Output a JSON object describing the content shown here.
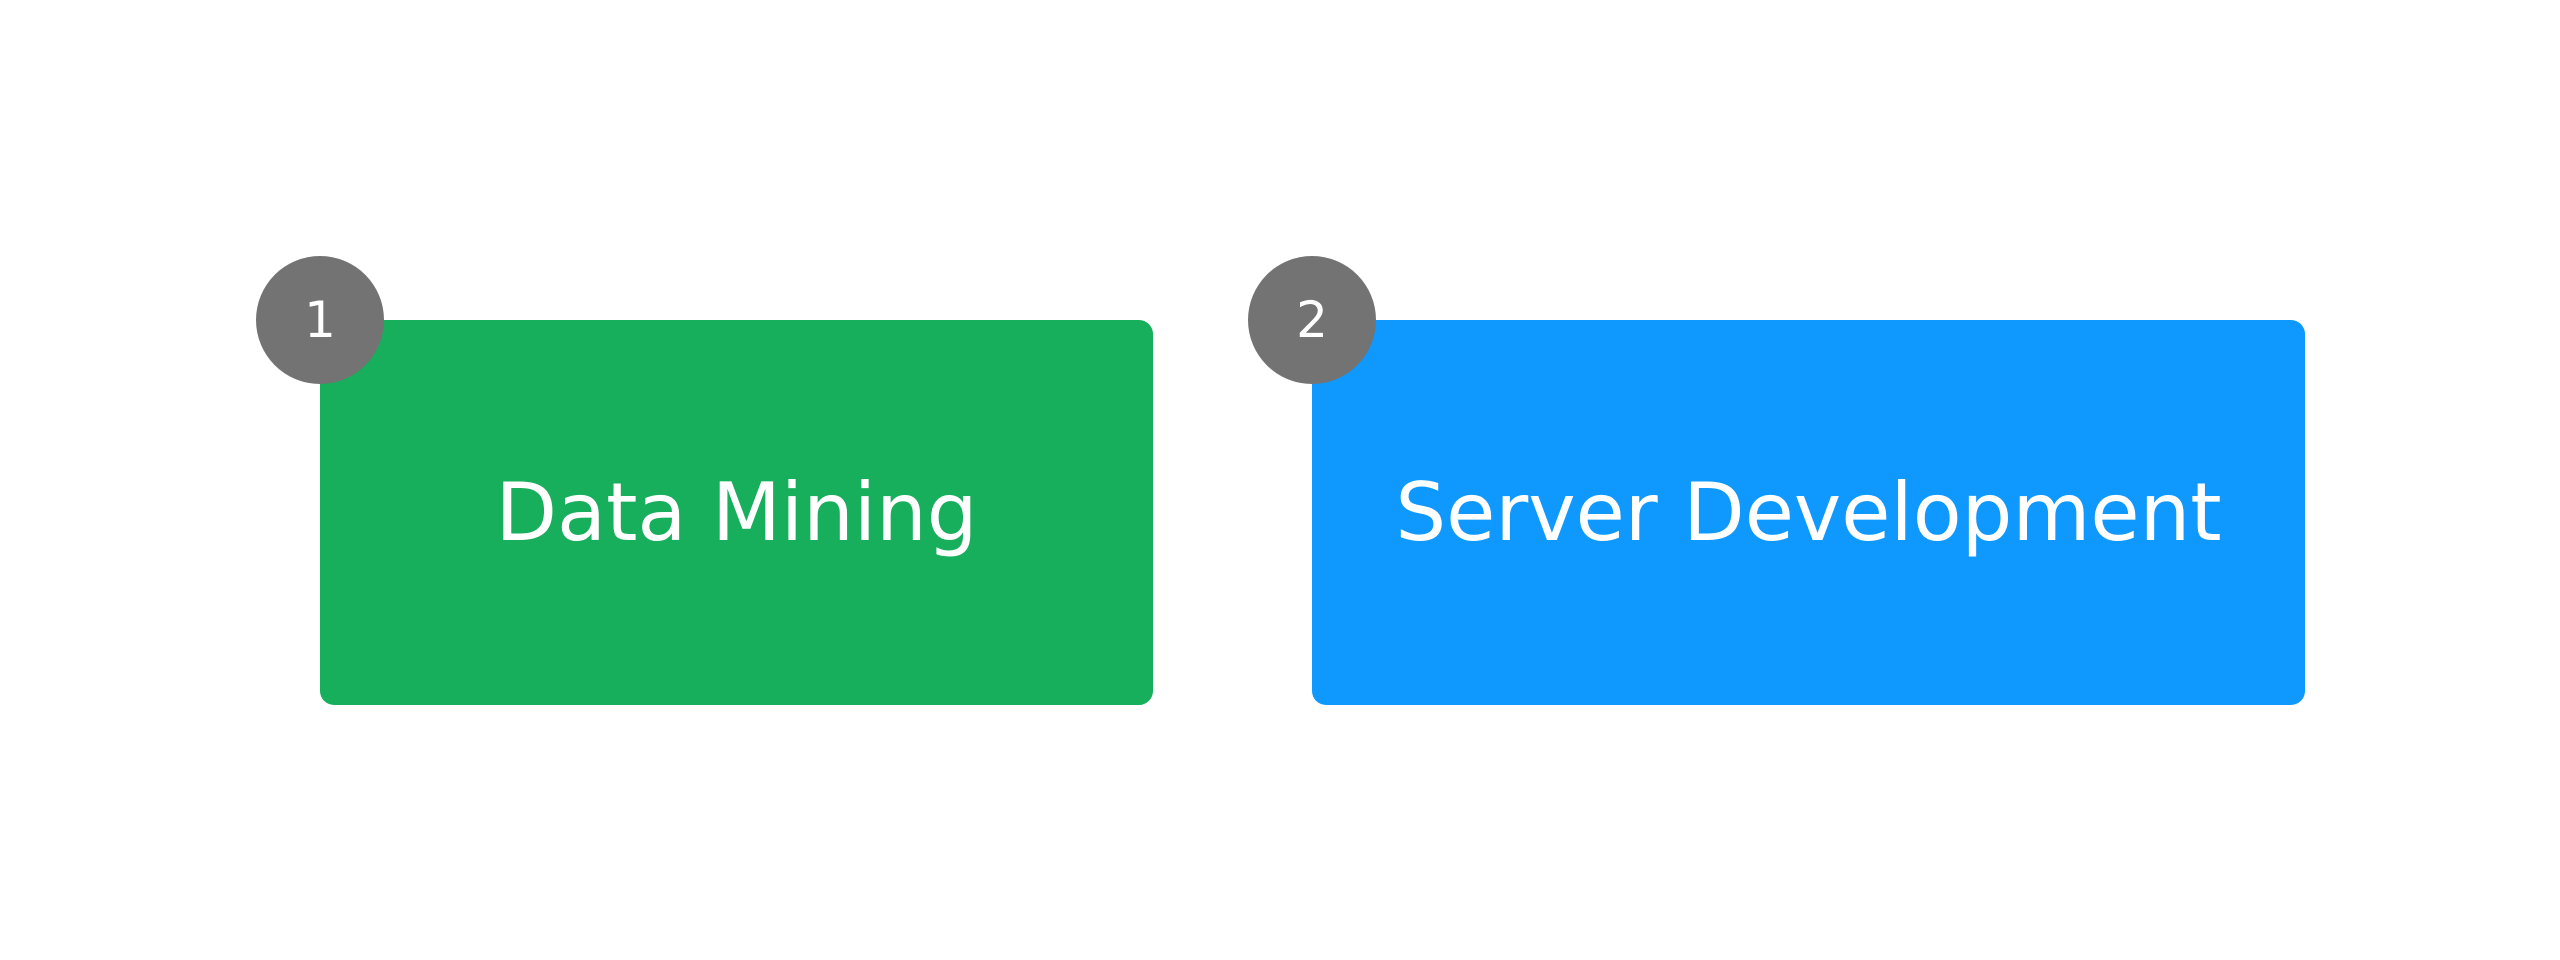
{
  "colors": {
    "background": "#ffffff",
    "badge": "#737373",
    "text": "#ffffff"
  },
  "steps": [
    {
      "number": "1",
      "label": "Data Mining",
      "color": "#17ae5c"
    },
    {
      "number": "2",
      "label": "Server Development",
      "color": "#0f99fe"
    }
  ]
}
